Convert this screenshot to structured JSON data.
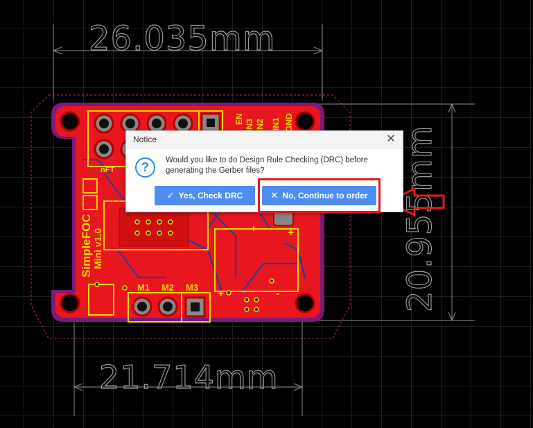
{
  "dimensions": {
    "top": "26.035mm",
    "bottom": "21.714mm",
    "right": "20.955mm"
  },
  "board": {
    "name_line1": "SimpleFOC",
    "name_line2": "Mini v1.0",
    "header_labels": [
      "EN",
      "IN3",
      "IN2",
      "IN1",
      "GND"
    ],
    "motor_labels": [
      "M1",
      "M2",
      "M3"
    ],
    "nfet_label": "nFT",
    "plus_label": "+",
    "minus_label": "-"
  },
  "dialog": {
    "title": "Notice",
    "close_glyph": "✕",
    "icon_glyph": "?",
    "message": "Would you like to do Design Rule Checking (DRC) before generating the Gerber files?",
    "yes_label": "Yes, Check DRC",
    "yes_glyph": "✓",
    "no_label": "No, Continue to order",
    "no_glyph": "✕"
  },
  "colors": {
    "background": "#000000",
    "grid": "#3a3a3a",
    "board": "#e8171f",
    "board_outline": "#7a1a7a",
    "silkscreen": "#f2d400",
    "button": "#4f8ef0",
    "annotation": "#e8171f"
  }
}
